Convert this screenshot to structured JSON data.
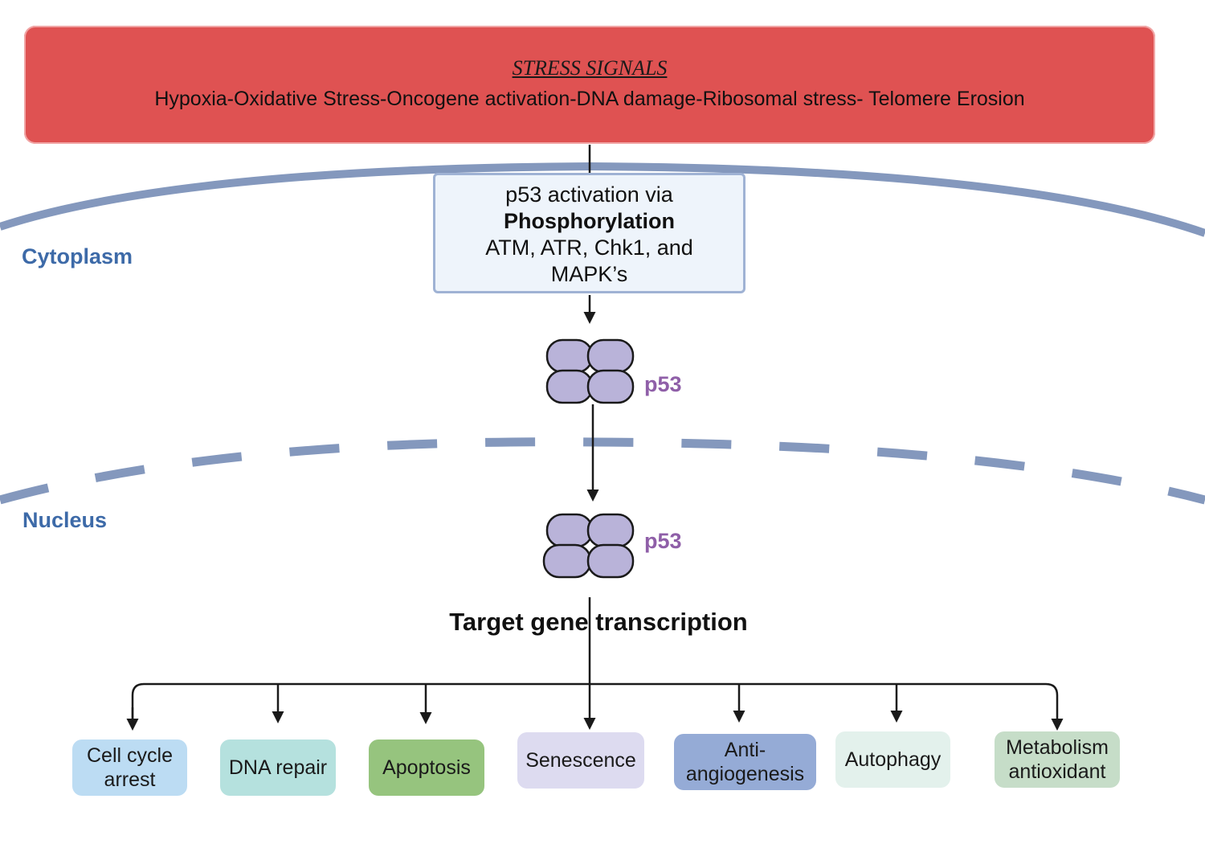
{
  "header": {
    "title": "STRESS SIGNALS",
    "signals": "Hypoxia-Oxidative Stress-Oncogene activation-DNA damage-Ribosomal stress- Telomere Erosion"
  },
  "activation": {
    "line1": "p53 activation via",
    "line2": "Phosphorylation",
    "line3": "ATM, ATR, Chk1, and",
    "line4": "MAPK’s"
  },
  "regions": {
    "cytoplasm": "Cytoplasm",
    "nucleus": "Nucleus"
  },
  "protein": {
    "cytoplasm_label": "p53",
    "nucleus_label": "p53"
  },
  "target": "Target gene transcription",
  "outcomes": [
    {
      "label": "Cell cycle arrest",
      "color": "#bcdcf3"
    },
    {
      "label": "DNA repair",
      "color": "#b5e1de"
    },
    {
      "label": "Apoptosis",
      "color": "#96c47e"
    },
    {
      "label": "Senescence",
      "color": "#dddbf0"
    },
    {
      "label": "Anti-angiogenesis",
      "color": "#95abd6"
    },
    {
      "label": "Autophagy",
      "color": "#e3f1ec"
    },
    {
      "label": "Metabolism antioxidant",
      "color": "#c6ddc8"
    }
  ],
  "colors": {
    "stress": "#df5252",
    "membrane": "#8498bd",
    "protein_fill": "#b9b3d9",
    "region_text": "#3d6aa8",
    "p53_text": "#8f5fa8"
  }
}
